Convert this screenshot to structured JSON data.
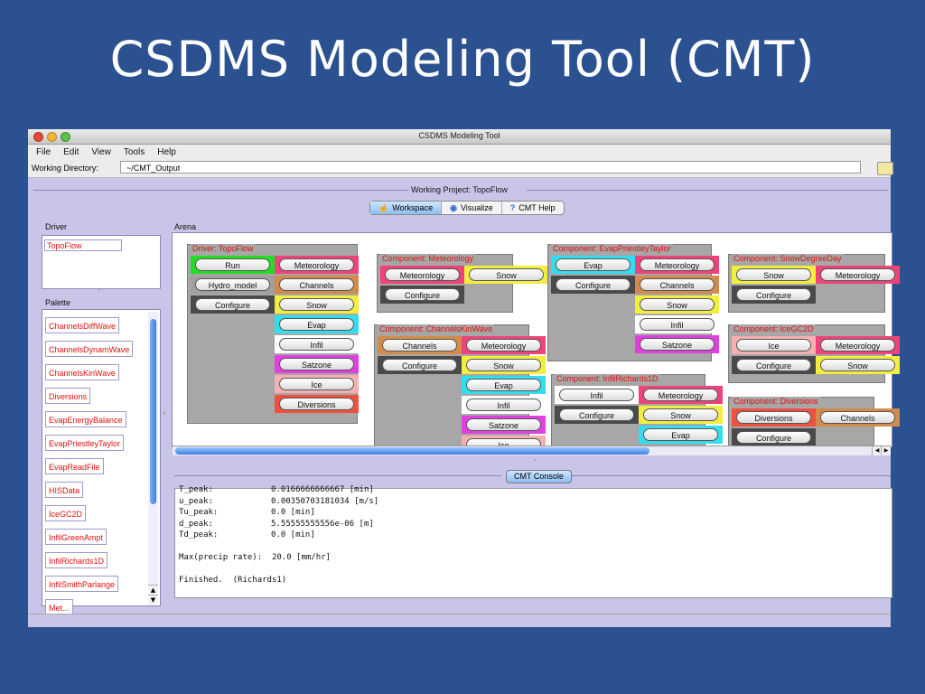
{
  "slide": {
    "title": "CSDMS Modeling Tool (CMT)"
  },
  "window": {
    "title": "CSDMS Modeling Tool"
  },
  "menu": [
    "File",
    "Edit",
    "View",
    "Tools",
    "Help"
  ],
  "working_dir": {
    "label": "Working Directory:",
    "value": "~/CMT_Output"
  },
  "project": {
    "title": "Working Project: TopoFlow"
  },
  "tabs": [
    {
      "label": "Workspace",
      "icon": "hand-pointer-icon",
      "active": true
    },
    {
      "label": "Visualize",
      "icon": "eye-icon",
      "active": false
    },
    {
      "label": "CMT Help",
      "icon": "question-icon",
      "active": false
    }
  ],
  "driver_panel": {
    "title": "Driver",
    "item": "TopoFlow"
  },
  "palette": {
    "title": "Palette",
    "items": [
      "ChannelsDiffWave",
      "ChannelsDynamWave",
      "ChannelsKinWave",
      "Diversions",
      "EvapEnergyBalance",
      "EvapPriestleyTaylor",
      "EvapReadFile",
      "HISData",
      "IceGC2D",
      "InfilGreenAmpt",
      "InfilRichards1D",
      "InfilSmithParlange",
      "Met..."
    ]
  },
  "arena": {
    "title": "Arena",
    "components": [
      {
        "title": "Driver: TopoFlow",
        "cells": [
          {
            "label": "Run",
            "color": "#22dd22"
          },
          {
            "label": "Meteorology",
            "color": "#ee4477"
          },
          {
            "label": "Hydro_model",
            "color": "#a0a0a0"
          },
          {
            "label": "Channels",
            "color": "#d28b4a"
          },
          {
            "label": "Configure",
            "color": "#4a4a4a"
          },
          {
            "label": "Snow",
            "color": "#f2ee40"
          },
          {
            "label": "",
            "color": ""
          },
          {
            "label": "Evap",
            "color": "#33ddee"
          },
          {
            "label": "",
            "color": ""
          },
          {
            "label": "Infil",
            "color": "#ffffff"
          },
          {
            "label": "",
            "color": ""
          },
          {
            "label": "Satzone",
            "color": "#e040e0"
          },
          {
            "label": "",
            "color": ""
          },
          {
            "label": "Ice",
            "color": "#f4b0b0"
          },
          {
            "label": "",
            "color": ""
          },
          {
            "label": "Diversions",
            "color": "#f05040"
          }
        ]
      },
      {
        "title": "Component: Meteorology",
        "cells": [
          {
            "label": "Meteorology",
            "color": "#ee4477"
          },
          {
            "label": "Snow",
            "color": "#f2ee40"
          },
          {
            "label": "Configure",
            "color": "#4a4a4a"
          }
        ]
      },
      {
        "title": "Component: ChannelsKinWave",
        "cells": [
          {
            "label": "Channels",
            "color": "#d28b4a"
          },
          {
            "label": "Meteorology",
            "color": "#ee4477"
          },
          {
            "label": "Configure",
            "color": "#4a4a4a"
          },
          {
            "label": "Snow",
            "color": "#f2ee40"
          },
          {
            "label": "",
            "color": ""
          },
          {
            "label": "Evap",
            "color": "#33ddee"
          },
          {
            "label": "",
            "color": ""
          },
          {
            "label": "Infil",
            "color": "#ffffff"
          },
          {
            "label": "",
            "color": ""
          },
          {
            "label": "Satzone",
            "color": "#e040e0"
          },
          {
            "label": "",
            "color": ""
          },
          {
            "label": "Ice",
            "color": "#f4b0b0"
          }
        ]
      },
      {
        "title": "Component: EvapPriestleyTaylor",
        "cells": [
          {
            "label": "Evap",
            "color": "#33ddee"
          },
          {
            "label": "Meteorology",
            "color": "#ee4477"
          },
          {
            "label": "Configure",
            "color": "#4a4a4a"
          },
          {
            "label": "Channels",
            "color": "#d28b4a"
          },
          {
            "label": "",
            "color": ""
          },
          {
            "label": "Snow",
            "color": "#f2ee40"
          },
          {
            "label": "",
            "color": ""
          },
          {
            "label": "Infil",
            "color": "#ffffff"
          },
          {
            "label": "",
            "color": ""
          },
          {
            "label": "Satzone",
            "color": "#e040e0"
          }
        ]
      },
      {
        "title": "Component: InfilRichards1D",
        "cells": [
          {
            "label": "Infil",
            "color": "#ffffff"
          },
          {
            "label": "Meteorology",
            "color": "#ee4477"
          },
          {
            "label": "Configure",
            "color": "#4a4a4a"
          },
          {
            "label": "Snow",
            "color": "#f2ee40"
          },
          {
            "label": "",
            "color": ""
          },
          {
            "label": "Evap",
            "color": "#33ddee"
          }
        ]
      },
      {
        "title": "Component: SnowDegreeDay",
        "cells": [
          {
            "label": "Snow",
            "color": "#f2ee40"
          },
          {
            "label": "Meteorology",
            "color": "#ee4477"
          },
          {
            "label": "Configure",
            "color": "#4a4a4a"
          }
        ]
      },
      {
        "title": "Component: IceGC2D",
        "cells": [
          {
            "label": "Ice",
            "color": "#f4b0b0"
          },
          {
            "label": "Meteorology",
            "color": "#ee4477"
          },
          {
            "label": "Configure",
            "color": "#4a4a4a"
          },
          {
            "label": "Snow",
            "color": "#f2ee40"
          }
        ]
      },
      {
        "title": "Component: Diversions",
        "cells": [
          {
            "label": "Diversions",
            "color": "#f05040"
          },
          {
            "label": "Channels",
            "color": "#d28b4a"
          },
          {
            "label": "Configure",
            "color": "#4a4a4a"
          }
        ]
      }
    ]
  },
  "console": {
    "button": "CMT Console",
    "lines": [
      {
        "key": "T_peak:",
        "val": "0.0166666666667 [min]"
      },
      {
        "key": "u_peak:",
        "val": "0.00350703181034 [m/s]"
      },
      {
        "key": "Tu_peak:",
        "val": "0.0 [min]"
      },
      {
        "key": "d_peak:",
        "val": "5.55555555556e-06 [m]"
      },
      {
        "key": "Td_peak:",
        "val": "0.0 [min]"
      },
      {
        "key": "",
        "val": ""
      },
      {
        "key": "",
        "val": "Max(precip rate):  20.0 [mm/hr]"
      },
      {
        "key": "",
        "val": ""
      },
      {
        "key": "",
        "val": "Finished.  (Richards1)"
      }
    ]
  }
}
